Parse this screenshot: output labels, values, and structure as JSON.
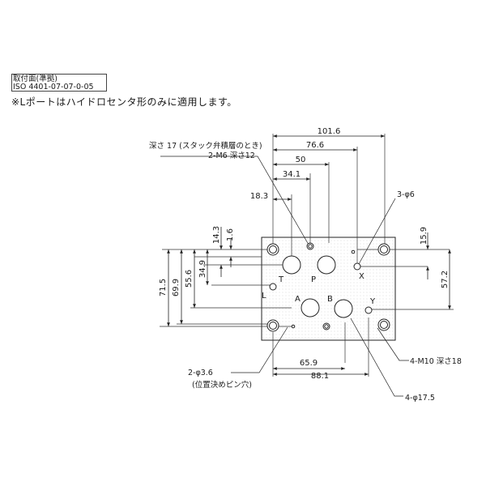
{
  "header": {
    "line1": "取付面(準拠)",
    "line2": "ISO 4401-07-07-0-05",
    "note": "※Lポートはハイドロセンタ形のみに適用します。"
  },
  "dims": {
    "d101_6": "101.6",
    "d76_6": "76.6",
    "d50": "50",
    "d34_1": "34.1",
    "d18_3": "18.3",
    "d65_9": "65.9",
    "d88_1": "88.1",
    "d14_3": "14.3",
    "d1_6": "1.6",
    "d34_9": "34.9",
    "d55_6": "55.6",
    "d69_9": "69.9",
    "d71_5": "71.5",
    "d15_9": "15.9",
    "d57_2": "57.2"
  },
  "callouts": {
    "depth17": "深さ 17 (スタック弁積層のとき)",
    "m6": "2-M6 深さ12",
    "phi6": "3-φ6",
    "m10": "4-M10 深さ18",
    "phi36": "2-φ3.6",
    "pin": "(位置決めピン穴)",
    "phi17_5": "4-φ17.5"
  },
  "ports": {
    "T": "T",
    "P": "P",
    "A": "A",
    "B": "B",
    "L": "L",
    "X": "X",
    "Y": "Y"
  }
}
